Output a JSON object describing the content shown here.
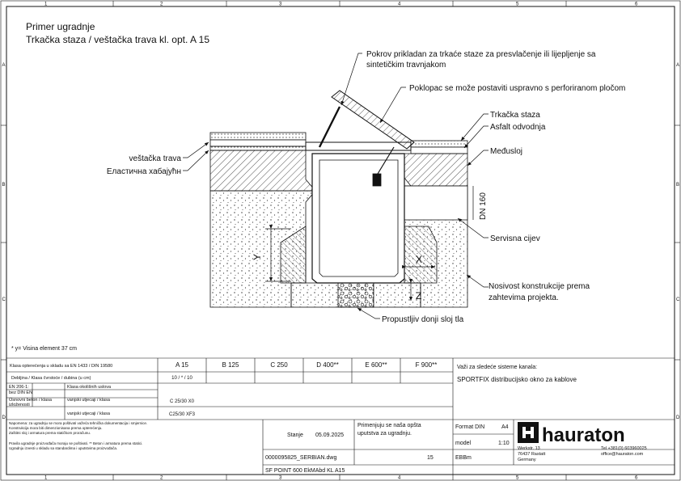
{
  "frame": {
    "cols": [
      "1",
      "2",
      "3",
      "4",
      "5",
      "6"
    ],
    "rows": [
      "A",
      "B",
      "C",
      "D"
    ]
  },
  "title": {
    "line1": "Primer ugradnje",
    "line2": "Trkačka staza / veštačka trava kl. opt. A 15"
  },
  "callouts": {
    "cover_line1": "Pokrov prikladan za trkaće staze za presvlačenje ili lijepljenje sa",
    "cover_line2": "sintetičkim travnjakom",
    "lid": "Poklopac se može postaviti uspravno s perforiranom pločom",
    "track": "Trkačka staza",
    "asphalt": "Asfalt odvodnja",
    "interlayer": "Međusloj",
    "turf": "veštačka trava",
    "elastic": "Еластична хабајућн",
    "dn": "DN 160",
    "pipe": "Servisna cijev",
    "bearing_line1": "Nosivost konstrukcije prema",
    "bearing_line2": "zahtevima projekta.",
    "subsoil": "Propustljiv donji sloj tla",
    "dim_y": "Y",
    "dim_x": "X",
    "dim_z": "Z",
    "footnote": "* y= Visina element 37 cm"
  },
  "table": {
    "header_label": "Klasa opterećenja u skladu sa EN 1433 / DIN 19580",
    "classes": [
      "A 15",
      "B 125",
      "C 250",
      "D 400**",
      "E 600**",
      "F 900**"
    ],
    "row1_label": "Debljina / Klasa čvrstoće / dubina (u cm)",
    "row1_value": "10 / * / 10",
    "row2_a": "EN 206-1:",
    "row2_b": "bez DIN EN",
    "row2_c": "Klasa okolišnih uslova",
    "row3_a": "Osnovni beton / klasa",
    "row3_b": "izloženosti",
    "row3_c": "vanjski utjecaji / klasa",
    "row3_value1": "C 25/30 X0",
    "row3_value2": "C25/30 XF3",
    "note_line1": "Napomena: za ugradnju se mora poštivati važeća tehnička dokumentacija i smjernice.",
    "note_line2": "Konstrukcija mora biti dimenzionisana prema opterećenju.",
    "note_line3": "Zaštitni sloj i armatura prema statičkom proračunu.",
    "note_line4": "Pravila ugradnje proizvođača moraju se poštivati. ** Beton i armatura prema statici.",
    "note_line5": "Ugradnju izvesti u skladu sa standardima i uputstvima proizvođača.",
    "system_label": "Važi za sledeće sisteme kanala:",
    "system_name": "SPORTFIX distribucijsko okno za kablove",
    "status_label": "Stanje",
    "status_date": "05.09.2025",
    "general_line1": "Primenjuju se naša opšta",
    "general_line2": "uputstva za ugradnju.",
    "format_label": "Format DIN",
    "format_value": "A4",
    "scale_label": "model",
    "scale_value": "1:10",
    "drawing_file": "0000095825_SERBIAN.dwg",
    "sheet_no": "15",
    "drawing_code": "EBBm",
    "product_line": "SF POINT 600 EkMAbd KL A15",
    "brand": "hauraton",
    "addr1": "Werkstr. 13",
    "addr2": "76437 Rastatt",
    "addr3": "Germany",
    "phone": "Tel +381(0) 603960025",
    "email": "office@hauraton.com"
  },
  "colors": {
    "line": "#111111",
    "concrete_fill": "#f4f4f4",
    "gravel_fill": "#ffffff"
  }
}
